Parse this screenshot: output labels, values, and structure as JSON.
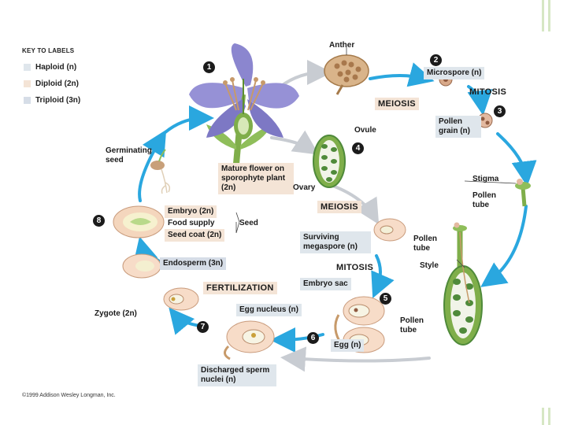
{
  "key": {
    "title": "KEY TO LABELS",
    "items": [
      {
        "label": "Haploid (n)",
        "color": "#dfe6ec"
      },
      {
        "label": "Diploid (2n)",
        "color": "#f4e4d6"
      },
      {
        "label": "Triploid (3n)",
        "color": "#d6dde7"
      }
    ]
  },
  "labels": {
    "anther": "Anther",
    "microspore": "Microspore (n)",
    "mitosis_top": "MITOSIS",
    "meiosis_top": "MEIOSIS",
    "pollen_grain": "Pollen grain (n)",
    "ovule": "Ovule",
    "germinating_seed": "Germinating seed",
    "mature_flower": "Mature flower on sporophyte plant (2n)",
    "ovary": "Ovary",
    "stigma": "Stigma",
    "pollen_tube_right": "Pollen tube",
    "meiosis_mid": "MEIOSIS",
    "embryo": "Embryo (2n)",
    "food_supply": "Food supply",
    "seed_coat": "Seed coat (2n)",
    "seed": "Seed",
    "surviving_megaspore": "Surviving megaspore (n)",
    "pollen_tube_mid": "Pollen tube",
    "style": "Style",
    "endosperm": "Endosperm (3n)",
    "mitosis_mid": "MITOSIS",
    "fertilization": "FERTILIZATION",
    "embryo_sac": "Embryo sac",
    "zygote": "Zygote (2n)",
    "egg_nucleus": "Egg nucleus (n)",
    "pollen_tube_bottom": "Pollen tube",
    "egg": "Egg (n)",
    "discharged_sperm": "Discharged sperm nuclei (n)"
  },
  "steps": [
    "1",
    "2",
    "3",
    "4",
    "5",
    "6",
    "7",
    "8"
  ],
  "colors": {
    "arrow_blue": "#2aa7df",
    "arrow_grey": "#c8ccd2",
    "petal": "#8b86cf",
    "stem": "#7fae4a",
    "anther": "#c79a6a",
    "ovule_green": "#4f8a3a"
  },
  "copyright": "©1999 Addison Wesley Longman, Inc."
}
